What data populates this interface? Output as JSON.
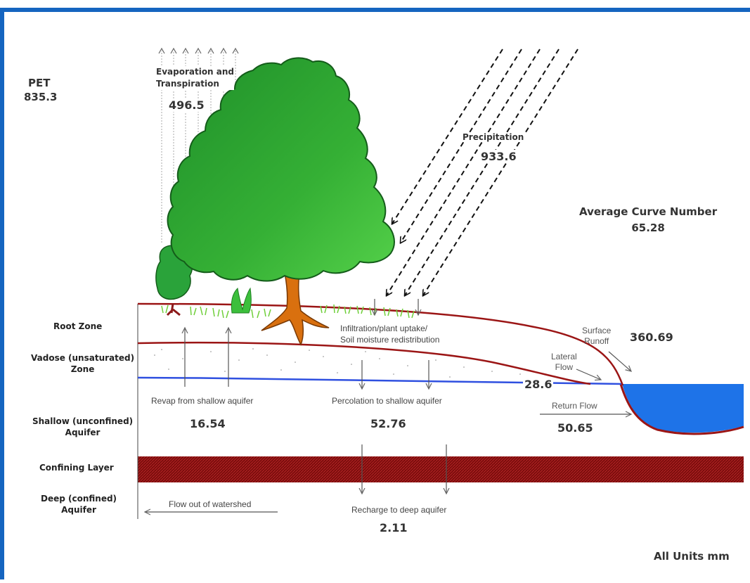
{
  "colors": {
    "frame_blue": "#1565c0",
    "soil_red": "#a01818",
    "water_blue": "#1e73e8",
    "tree_green": "#3cbf3c",
    "trunk_orange": "#d9700f",
    "confining_layer": "#8b0f0f"
  },
  "pet": {
    "label": "PET",
    "value": "835.3"
  },
  "evapotranspiration": {
    "label_line1": "Evaporation and",
    "label_line2": "Transpiration",
    "value": "496.5"
  },
  "precipitation": {
    "label": "Precipitation",
    "value": "933.6"
  },
  "curve_number": {
    "label": "Average Curve Number",
    "value": "65.28"
  },
  "surface_runoff": {
    "label_line1": "Surface",
    "label_line2": "Runoff",
    "value": "360.69"
  },
  "lateral_flow": {
    "label_line1": "Lateral",
    "label_line2": "Flow",
    "value": "28.6"
  },
  "return_flow": {
    "label": "Return Flow",
    "value": "50.65"
  },
  "infiltration": {
    "line1": "Infiltration/plant uptake/",
    "line2": "Soil moisture redistribution"
  },
  "revap": {
    "label": "Revap from shallow aquifer",
    "value": "16.54"
  },
  "percolation": {
    "label": "Percolation to shallow aquifer",
    "value": "52.76"
  },
  "recharge": {
    "label": "Recharge to deep aquifer",
    "value": "2.11"
  },
  "outflow": {
    "label": "Flow out of watershed"
  },
  "zones": {
    "root": "Root Zone",
    "vadose_line1": "Vadose (unsaturated)",
    "vadose_line2": "Zone",
    "shallow_line1": "Shallow (unconfined)",
    "shallow_line2": "Aquifer",
    "confining": "Confining Layer",
    "deep_line1": "Deep (confined)",
    "deep_line2": "Aquifer"
  },
  "units_note": "All Units mm"
}
